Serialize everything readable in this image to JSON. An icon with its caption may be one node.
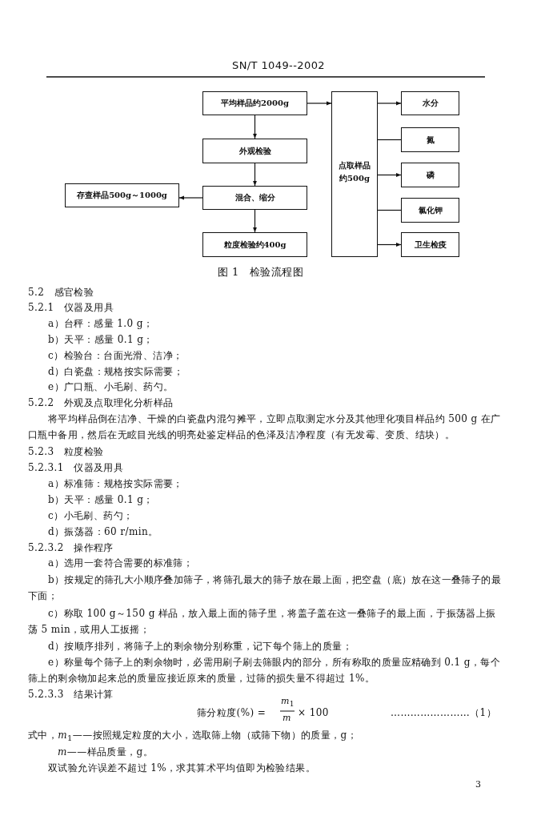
{
  "diagram": {
    "caption": "图 1　检验流程图",
    "nodes": [
      {
        "text": [
          "平均样品约2000g"
        ]
      },
      {
        "text": [
          "外观检验"
        ]
      },
      {
        "text": [
          "存查样品500g～1000g"
        ]
      },
      {
        "text": [
          "混合、缩分"
        ]
      },
      {
        "text": [
          "粒度检验约400g"
        ]
      },
      {
        "text": [
          "点取样品约500g"
        ]
      },
      {
        "text": [
          "水分"
        ]
      },
      {
        "text": [
          "氮"
        ]
      },
      {
        "text": [
          "磷"
        ]
      },
      {
        "text": [
          "氯化钾"
        ]
      },
      {
        "text": [
          "卫生检疫"
        ]
      }
    ],
    "edges": [
      {
        "from": 0,
        "to": 5,
        "arrow": "to"
      },
      {
        "from": 0,
        "to": 1,
        "arrow": "to"
      },
      {
        "from": 1,
        "to": 3,
        "arrow": "to"
      },
      {
        "from": 3,
        "to": 2,
        "arrow": "to"
      },
      {
        "from": 3,
        "to": 4,
        "arrow": "to"
      },
      {
        "from": 5,
        "to": 6,
        "arrow": "to"
      },
      {
        "from": 5,
        "to": 7,
        "arrow": "none"
      },
      {
        "from": 5,
        "to": 8,
        "arrow": "to"
      },
      {
        "from": 5,
        "to": 9,
        "arrow": "none"
      },
      {
        "from": 5,
        "to": 10,
        "arrow": "to"
      }
    ],
    "labels": [
      "SN/T 1049--2002",
      "5.2　感官检验",
      "5.2.1　仪器及用具",
      "a）台秤：感量 1.0 g；",
      "b）天平：感量 0.1 g；",
      "c）检验台：台面光滑、洁净；",
      "d）白瓷盘：规格按实际需要；",
      "e）广口瓶、小毛刷、药勺。",
      "5.2.2　外观及点取理化分析样品",
      "将平均样品倒在洁净、干燥的白瓷盘内混匀摊平，立即点取测定水分及其他理化项目样品约 500 g 在广口瓶中备用，然后在无眩目光线的明亮处鉴定样品的色泽及洁净程度（有无发霉、变质、结块）。",
      "5.2.3　粒度检验",
      "5.2.3.1　仪器及用具",
      "a）标准筛：规格按实际需要；",
      "b）天平：感量 0.1 g；",
      "c）小毛刷、药勺；",
      "d）振荡器：60 r/min。",
      "5.2.3.2　操作程序",
      "a）选用一套符合需要的标准筛；",
      "b）按规定的筛孔大小顺序叠加筛子，将筛孔最大的筛子放在最上面，把空盘（底）放在这一叠筛子的最下面；",
      "c）称取 100 g～150 g 样品，放入最上面的筛子里，将盖子盖在这一叠筛子的最上面，于振荡器上振荡 5 min，或用人工扳摇；",
      "d）按顺序排列，将筛子上的剩余物分别称重，记下每个筛上的质量；",
      "e）称量每个筛子上的剩余物时，必需用刷子刷去筛眼内的部分，所有称取的质量应精确到 0.1 g，每个筛上的剩余物加起来总的质量应接近原来的质量，过筛的损失量不得超过 1%。",
      "5.2.3.3　结果计算",
      "筛分粒度(%) =",
      "*m*$_{1}$",
      "*m*",
      "× 100",
      "……………………（1）",
      "式中，*m*$_{1}$——按照规定粒度的大小，选取筛上物（或筛下物）的质量，g；",
      "*m*——样品质量，g。",
      "双试验允许误差不超过 1%，求其算术平均值即为检验结果。",
      "3"
    ]
  }
}
